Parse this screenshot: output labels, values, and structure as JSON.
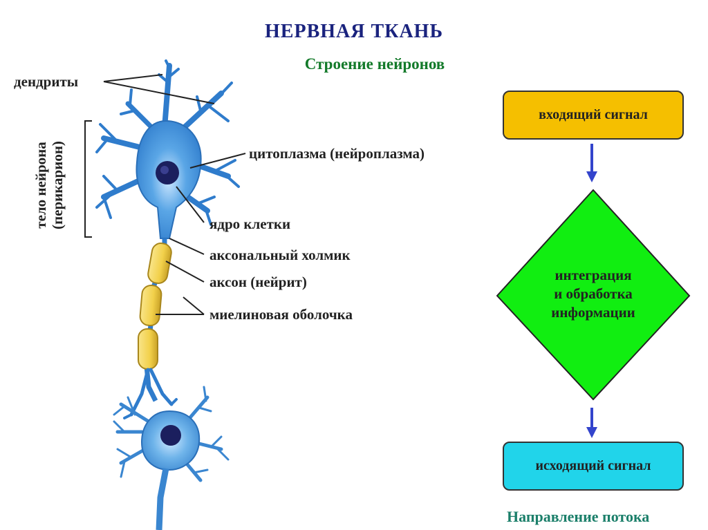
{
  "title": "НЕРВНАЯ ТКАНЬ",
  "subtitle": "Строение нейронов",
  "labels": {
    "dendrites": "дендриты",
    "cytoplasm": "цитоплазма (нейроплазма)",
    "nucleus": "ядро клетки",
    "axon_hillock": "аксональный холмик",
    "axon": "аксон (нейрит)",
    "myelin": "миелиновая оболочка",
    "body_line1": "тело нейрона",
    "body_line2": "(перикарион)"
  },
  "flow": {
    "input": "входящий сигнал",
    "process_line1": "интеграция",
    "process_line2": "и обработка",
    "process_line3": "информации",
    "output": "исходящий сигнал",
    "caption": "Направление потока"
  },
  "colors": {
    "neuron_fill": "#3d8fd6",
    "neuron_dark": "#1a4f8f",
    "myelin": "#f2d04a",
    "input_box": "#f5bf00",
    "diamond": "#11ee11",
    "output_box": "#21d4ea",
    "arrow": "#3344cc"
  }
}
